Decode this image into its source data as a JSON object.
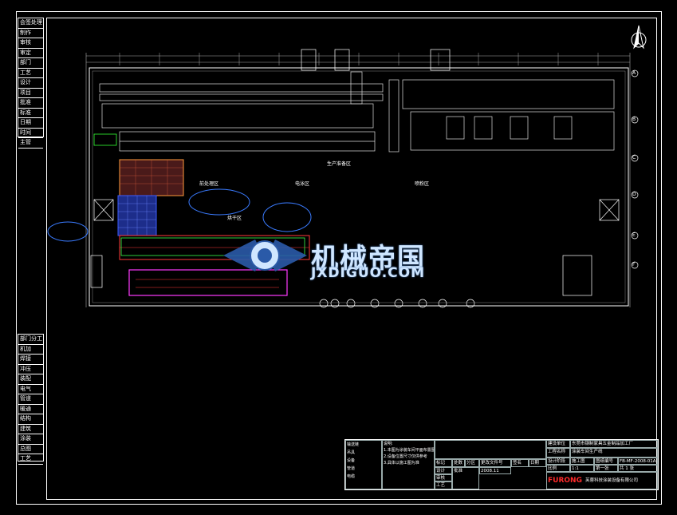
{
  "left_panel_top": {
    "header": "会签处理",
    "rows": [
      "制作",
      "审核",
      "审定",
      "部门",
      "工艺",
      "设计",
      "项目",
      "批准",
      "标准",
      "日期",
      "时间",
      "主管"
    ]
  },
  "left_panel_bottom": {
    "header": "部门分工",
    "rows": [
      "机加",
      "焊接",
      "冲压",
      "装配",
      "电气",
      "管道",
      "暖通",
      "结构",
      "建筑",
      "涂装",
      "总图",
      "工艺"
    ]
  },
  "watermark": {
    "name": "机械帝国",
    "url": "JXDIGUO.COM"
  },
  "plan_labels": {
    "zone1": "前处理区",
    "zone2": "电泳区",
    "zone3": "喷粉区",
    "zone4": "烘干区",
    "zone5": "生产准备区"
  },
  "title_block": {
    "notes_title": "说明:",
    "legend": [
      "输送链",
      "吊具",
      "设备",
      "管道",
      "电缆"
    ],
    "notes": [
      "1.本图为涂装车间平面布置图",
      "2.设备位置尺寸仅供参考",
      "3.具体以施工图为准"
    ],
    "row_labels": [
      "标记",
      "处数",
      "分区",
      "更改文件号",
      "签名",
      "日期"
    ],
    "roles": [
      "设计",
      "审核",
      "工艺",
      "批准"
    ],
    "date": "2008.11",
    "project_label": "建设单位",
    "project_name": "东莞市钢制家具五金制品加工厂",
    "drawing_label": "工程名称",
    "drawing_name": "涂装车间生产线",
    "stage_label": "设计阶段",
    "stage_value": "施工图",
    "scale_label": "比例",
    "scale_value": "1:1",
    "sheet_label": "第一张",
    "sheet_value": "共 1 张",
    "drawing_no_label": "图纸编号",
    "drawing_no": "FB-MF-2008-01A",
    "company_logo": "FURONG",
    "company_name": "芙蓉科技涂装设备有限公司"
  },
  "axis_labels": [
    "A",
    "B",
    "C",
    "D",
    "E",
    "F"
  ]
}
